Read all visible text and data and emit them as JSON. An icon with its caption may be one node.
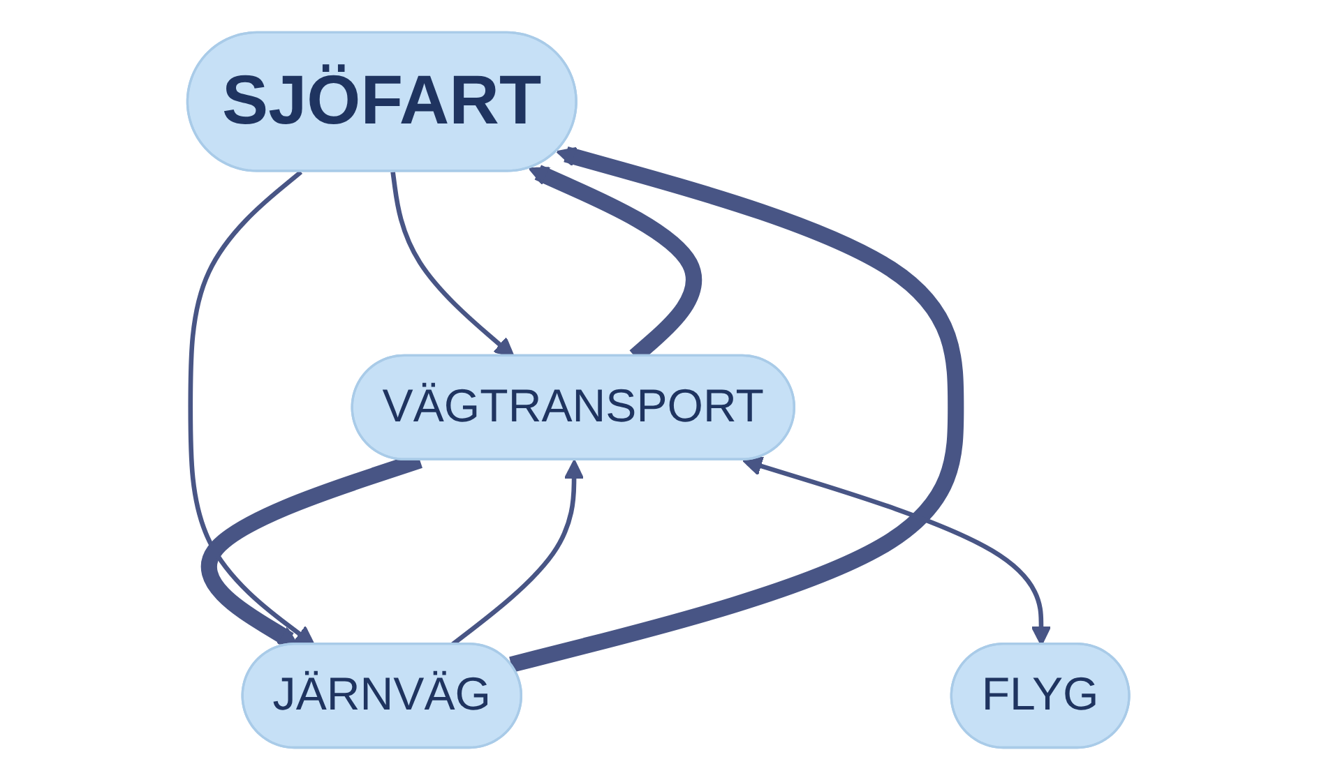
{
  "diagram": {
    "nodes": [
      {
        "text": [
          "SJÖFART"
        ]
      },
      {
        "text": [
          "VÄGTRANSPORT"
        ]
      },
      {
        "text": [
          "JÄRNVÄG"
        ]
      },
      {
        "text": [
          "FLYG"
        ]
      }
    ],
    "edges": [
      {
        "from": 1,
        "to": 0,
        "arrow": "to",
        "style": "thick"
      },
      {
        "from": 0,
        "to": 1,
        "arrow": "to"
      },
      {
        "from": 1,
        "to": 2,
        "arrow": "to",
        "style": "thick"
      },
      {
        "from": 2,
        "to": 1,
        "arrow": "to"
      },
      {
        "from": 2,
        "to": 0,
        "arrow": "to",
        "style": "thick"
      },
      {
        "from": 0,
        "to": 2,
        "arrow": "to"
      },
      {
        "from": 1,
        "to": 3,
        "arrow": "both"
      }
    ]
  }
}
